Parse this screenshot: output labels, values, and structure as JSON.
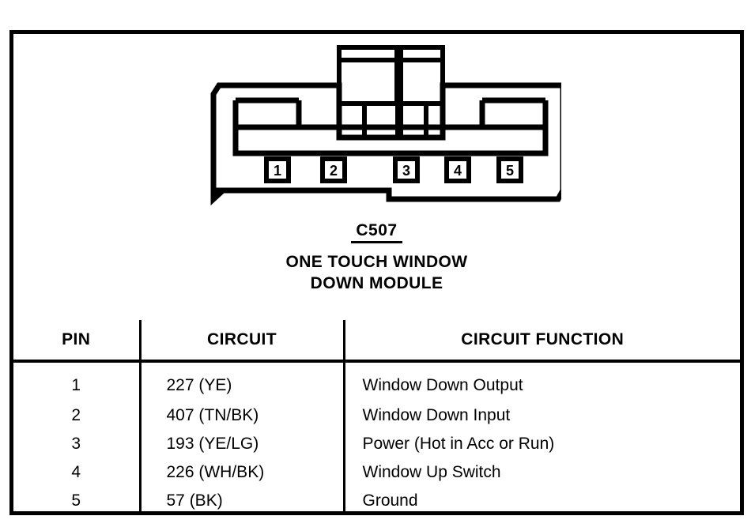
{
  "figure": {
    "connector": {
      "code": "C507",
      "name_lines": [
        "ONE TOUCH WINDOW",
        "DOWN MODULE"
      ],
      "pin_labels": [
        "1",
        "2",
        "3",
        "4",
        "5"
      ]
    },
    "table": {
      "headers": [
        "PIN",
        "CIRCUIT",
        "CIRCUIT FUNCTION"
      ],
      "rows": [
        {
          "pin": "1",
          "circuit": "227 (YE)",
          "function": "Window Down Output"
        },
        {
          "pin": "2",
          "circuit": "407 (TN/BK)",
          "function": "Window Down Input"
        },
        {
          "pin": "3",
          "circuit": "193 (YE/LG)",
          "function": "Power (Hot in Acc or Run)"
        },
        {
          "pin": "4",
          "circuit": "226 (WH/BK)",
          "function": "Window Up Switch"
        },
        {
          "pin": "5",
          "circuit": "57 (BK)",
          "function": "Ground"
        }
      ]
    },
    "colors": {
      "ink": "#000000",
      "paper": "#ffffff"
    }
  }
}
